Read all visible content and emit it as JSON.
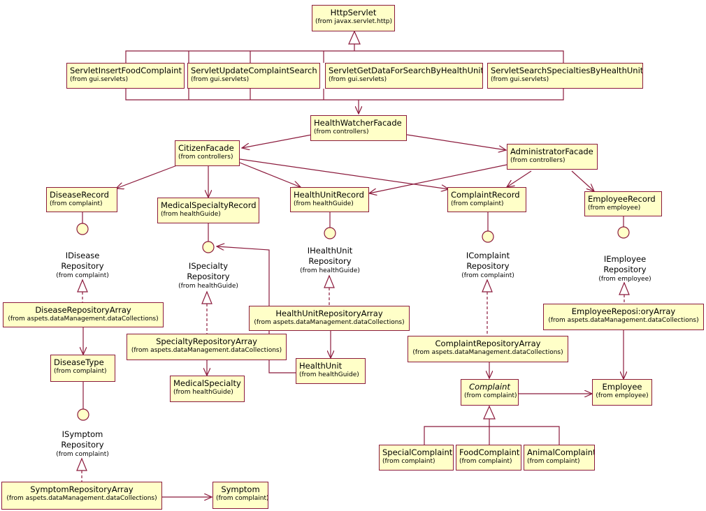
{
  "classes": {
    "httpservlet": {
      "name": "HttpServlet",
      "from": "(from javax.servlet.http)"
    },
    "insert_food": {
      "name": "ServletInsertFoodComplaint",
      "from": "(from gui.servlets)"
    },
    "update_search": {
      "name": "ServletUpdateComplaintSearch",
      "from": "(from gui.servlets)"
    },
    "get_data": {
      "name": "ServletGetDataForSearchByHealthUnit",
      "from": "(from gui.servlets)"
    },
    "search_spec": {
      "name": "ServletSearchSpecialtiesByHealthUnit",
      "from": "(from gui.servlets)"
    },
    "hw_facade": {
      "name": "HealthWatcherFacade",
      "from": "(from controllers)"
    },
    "citizen_facade": {
      "name": "CitizenFacade",
      "from": "(from controllers)"
    },
    "admin_facade": {
      "name": "AdministratorFacade",
      "from": "(from controllers)"
    },
    "disease_record": {
      "name": "DiseaseRecord",
      "from": "(from complaint)"
    },
    "med_spec_record": {
      "name": "MedicalSpecialtyRecord",
      "from": "(from healthGuide)"
    },
    "hu_record": {
      "name": "HealthUnitRecord",
      "from": "(from healthGuide)"
    },
    "complaint_record": {
      "name": "ComplaintRecord",
      "from": "(from complaint)"
    },
    "employee_record": {
      "name": "EmployeeRecord",
      "from": "(from employee)"
    },
    "disease_repo_array": {
      "name": "DiseaseRepositoryArray",
      "from": "(from aspets.dataManagement.dataCollections)"
    },
    "hu_repo_array": {
      "name": "HealthUnitRepositoryArray",
      "from": "(from aspets.dataManagement.dataCollections)"
    },
    "spec_repo_array": {
      "name": "SpecialtyRepositoryArray",
      "from": "(from aspets.dataManagement.dataCollections)"
    },
    "complaint_repo_array": {
      "name": "ComplaintRepositoryArray",
      "from": "(from aspets.dataManagement.dataCollections)"
    },
    "employee_repo_array": {
      "name": "EmployeeReposi:oryArray",
      "from": "(from aspets.dataManagement.dataCollections)"
    },
    "disease_type": {
      "name": "DiseaseType",
      "from": "(from complaint)"
    },
    "health_unit": {
      "name": "HealthUnit",
      "from": "(from healthGuide)"
    },
    "medical_specialty": {
      "name": "MedicalSpecialty",
      "from": "(from healthGuide)"
    },
    "complaint": {
      "name": "Complaint",
      "from": "(from complaint)"
    },
    "employee": {
      "name": "Employee",
      "from": "(from employee)"
    },
    "special_complaint": {
      "name": "SpecialComplaint",
      "from": "(from complaint)"
    },
    "food_complaint": {
      "name": "FoodComplaint",
      "from": "(from complaint)"
    },
    "animal_complaint": {
      "name": "AnimalComplaint",
      "from": "(from complaint)"
    },
    "symptom_repo_array": {
      "name": "SymptomRepositoryArray",
      "from": "(from aspets.dataManagement.dataCollections)"
    },
    "symptom": {
      "name": "Symptom",
      "from": "(from complaint)"
    }
  },
  "interfaces": {
    "idisease": {
      "line1": "IDisease",
      "line2": "Repository",
      "from": "(from complaint)"
    },
    "ispecialty": {
      "line1": "ISpecialty",
      "line2": "Repository",
      "from": "(from healthGuide)"
    },
    "ihealthunit": {
      "line1": "IHealthUnit",
      "line2": "Repository",
      "from": "(from healthGuide)"
    },
    "icomplaint": {
      "line1": "IComplaint",
      "line2": "Repository",
      "from": "(from complaint)"
    },
    "iemployee": {
      "line1": "IEmployee",
      "line2": "Repository",
      "from": "(from employee)"
    },
    "isymptom": {
      "line1": "ISymptom",
      "line2": "Repository",
      "from": "(from complaint)"
    }
  },
  "colors": {
    "box_fill": "#ffffc8",
    "line": "#8b1a3c",
    "text": "#000000"
  }
}
